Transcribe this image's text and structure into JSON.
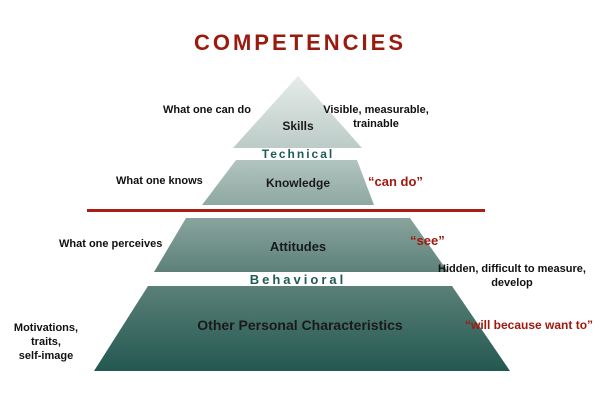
{
  "title": "COMPETENCIES",
  "colors": {
    "title": "#9a1a0e",
    "divider": "#a81e12",
    "category_label": "#1f5b57",
    "quote": "#a0190e",
    "skills_top": "#e6ecea",
    "skills_bottom": "#bccbc7",
    "knowledge_top": "#b2c4bf",
    "knowledge_bottom": "#8ea8a2",
    "attitudes_top": "#88a49d",
    "attitudes_bottom": "#5d8179",
    "opc_top": "#5a8077",
    "opc_bottom": "#235851"
  },
  "tiers": {
    "skills": "Skills",
    "knowledge": "Knowledge",
    "attitudes": "Attitudes",
    "opc": "Other Personal Characteristics"
  },
  "categories": {
    "technical": "Technical",
    "behavioral": "Behavioral"
  },
  "left_labels": {
    "skills": "What one can do",
    "knowledge": "What one knows",
    "attitudes": "What one perceives",
    "opc_line1": "Motivations, traits,",
    "opc_line2": "self-image"
  },
  "right_labels": {
    "technical_line1": "Visible, measurable,",
    "technical_line2": "trainable",
    "behavioral_line1": "Hidden, difficult to measure,",
    "behavioral_line2": "develop"
  },
  "quotes": {
    "can_do": "“can do”",
    "see": "“see”",
    "will": "“will because want to”"
  }
}
